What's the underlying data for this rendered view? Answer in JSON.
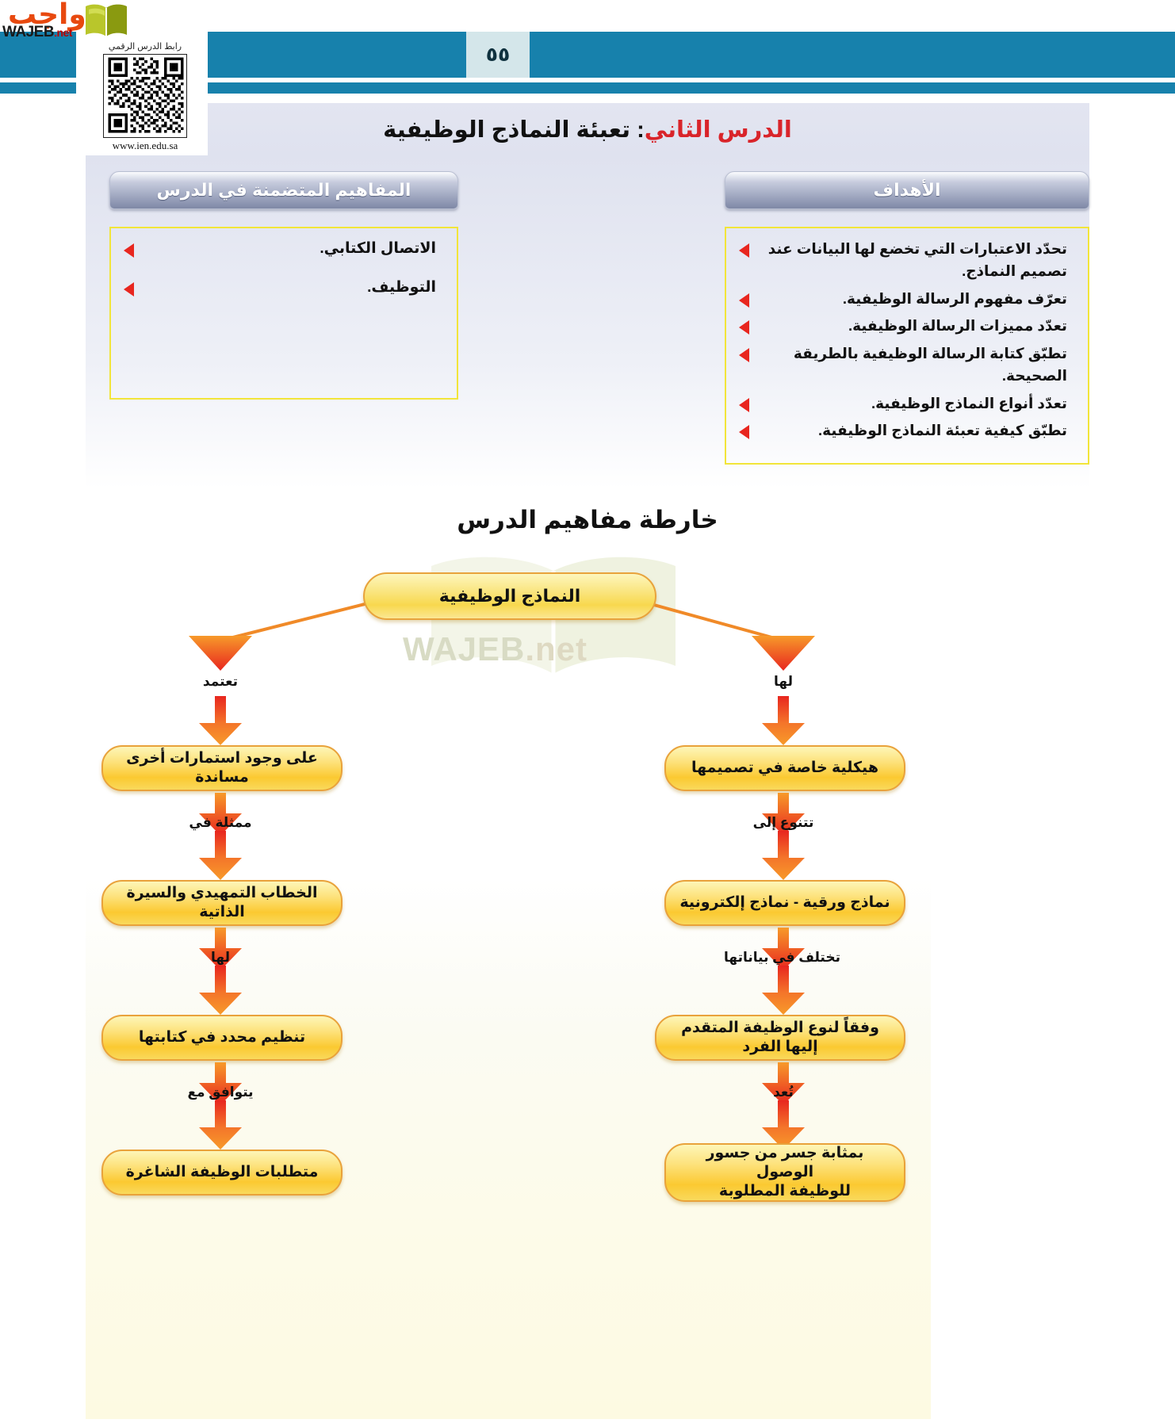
{
  "page": {
    "number": "٥٥",
    "watermark_brand": "واجب",
    "watermark_site": "WAJEB",
    "watermark_tld": ".net"
  },
  "qr": {
    "label": "رابط الدرس الرقمي",
    "url": "www.ien.edu.sa"
  },
  "lesson": {
    "prefix": "الدرس الثاني",
    "separator": ": ",
    "title": "تعبئة النماذج الوظيفية"
  },
  "objectives_panel": {
    "heading": "الأهداف",
    "items": [
      "تحدّد الاعتبارات التي تخضع لها البيانات عند تصميم النماذج.",
      "تعرّف مفهوم الرسالة الوظيفية.",
      "تعدّد مميزات الرسالة الوظيفية.",
      "تطبّق كتابة الرسالة الوظيفية بالطريقة الصحيحة.",
      "تعدّد أنواع النماذج الوظيفية.",
      "تطبّق كيفية تعبئة النماذج الوظيفية."
    ]
  },
  "concepts_panel": {
    "heading": "المفاهيم المتضمنة في الدرس",
    "items": [
      "الاتصال الكتابي.",
      "التوظيف."
    ]
  },
  "concept_map": {
    "title": "خارطة مفاهيم الدرس",
    "root": "النماذج الوظيفية",
    "left_branch_label": "تعتمد",
    "right_branch_label": "لها",
    "left_chain": [
      {
        "node": "على وجود استمارات أخرى مساندة",
        "link_below": "ممثلة في"
      },
      {
        "node": "الخطاب التمهيدي والسيرة الذاتية",
        "link_below": "لها"
      },
      {
        "node": "تنظيم محدد في كتابتها",
        "link_below": "يتوافق مع"
      },
      {
        "node": "متطلبات الوظيفة الشاغرة",
        "link_below": ""
      }
    ],
    "right_chain": [
      {
        "node": "هيكلية خاصة في تصميمها",
        "link_below": "تتنوع إلى"
      },
      {
        "node": "نماذج ورقية - نماذج إلكترونية",
        "link_below": "تختلف في بياناتها"
      },
      {
        "node": "وفقاً لنوع الوظيفة المتقدم إليها الفرد",
        "link_below": "تُعد"
      },
      {
        "node": "بمثابة جسر من جسور الوصول\nللوظيفة المطلوبة",
        "link_below": ""
      }
    ]
  },
  "colors": {
    "header_blue": "#1781ac",
    "title_red": "#d9242a",
    "node_amber": "#fbc931",
    "arrow_red": "#e8261f",
    "border_yellow": "#f2e53a"
  }
}
